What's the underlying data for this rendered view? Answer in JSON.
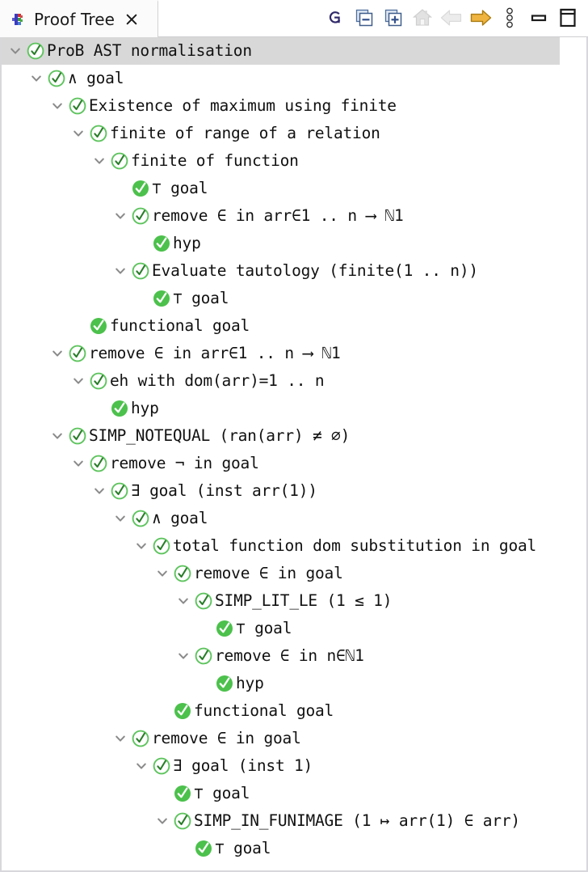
{
  "window": {
    "title": "Proof Tree"
  },
  "tab": {
    "label": "Proof Tree",
    "icon": "proof-tree-icon",
    "close_icon": "close-icon"
  },
  "toolbar": {
    "buttons": [
      {
        "name": "goto-icon",
        "label": "G",
        "tooltip": "Goto"
      },
      {
        "name": "collapse-all-icon",
        "label": "−",
        "tooltip": "Collapse All"
      },
      {
        "name": "expand-all-icon",
        "label": "+",
        "tooltip": "Expand All"
      },
      {
        "name": "home-icon",
        "label": "⌂",
        "tooltip": "Home"
      },
      {
        "name": "back-arrow-icon",
        "label": "⇦",
        "tooltip": "Previous"
      },
      {
        "name": "forward-arrow-icon",
        "label": "⇨",
        "tooltip": "Next"
      },
      {
        "name": "view-menu-icon",
        "label": "⋮",
        "tooltip": "View Menu"
      },
      {
        "name": "minimize-icon",
        "label": "–",
        "tooltip": "Minimize"
      },
      {
        "name": "maximize-icon",
        "label": "□",
        "tooltip": "Maximize"
      }
    ]
  },
  "colors": {
    "check_ring": "#5ec45e",
    "check_fill": "#4cc14c",
    "check_dark": "#2a7d2a",
    "selected_row": "#d8d8d8",
    "tab_bar": "#f3f3f4",
    "text": "#111111",
    "twisty": "#8a8a8a",
    "forward_arrow": "#d9a327",
    "back_arrow": "#d9d9d9",
    "home_icon": "#d9d9d9",
    "page_icon": "#3a5a8c",
    "goto_icon": "#312a6b"
  },
  "tree": {
    "rows": [
      {
        "depth": 0,
        "state": "expanded",
        "icon": "check-circle-open-icon",
        "label": "ProB AST normalisation",
        "selected": true
      },
      {
        "depth": 1,
        "state": "expanded",
        "icon": "check-circle-open-icon",
        "label": "∧ goal",
        "selected": false
      },
      {
        "depth": 2,
        "state": "expanded",
        "icon": "check-circle-open-icon",
        "label": "Existence of maximum using finite",
        "selected": false
      },
      {
        "depth": 3,
        "state": "expanded",
        "icon": "check-circle-open-icon",
        "label": "finite of range of a relation",
        "selected": false
      },
      {
        "depth": 4,
        "state": "expanded",
        "icon": "check-circle-open-icon",
        "label": "finite of function",
        "selected": false
      },
      {
        "depth": 5,
        "state": "leaf",
        "icon": "check-circle-filled-icon",
        "label": "⊤ goal",
        "selected": false
      },
      {
        "depth": 5,
        "state": "expanded",
        "icon": "check-circle-open-icon",
        "label": "remove ∈ in arr∈1 .. n ⟶ ℕ1",
        "selected": false
      },
      {
        "depth": 6,
        "state": "leaf",
        "icon": "check-circle-filled-icon",
        "label": "hyp",
        "selected": false
      },
      {
        "depth": 5,
        "state": "expanded",
        "icon": "check-circle-open-icon",
        "label": "Evaluate tautology (finite(1 .. n))",
        "selected": false
      },
      {
        "depth": 6,
        "state": "leaf",
        "icon": "check-circle-filled-icon",
        "label": "⊤ goal",
        "selected": false
      },
      {
        "depth": 3,
        "state": "leaf",
        "icon": "check-circle-filled-icon",
        "label": "functional goal",
        "selected": false
      },
      {
        "depth": 2,
        "state": "expanded",
        "icon": "check-circle-open-icon",
        "label": "remove ∈ in arr∈1 .. n ⟶ ℕ1",
        "selected": false
      },
      {
        "depth": 3,
        "state": "expanded",
        "icon": "check-circle-open-icon",
        "label": "eh with dom(arr)=1 .. n",
        "selected": false
      },
      {
        "depth": 4,
        "state": "leaf",
        "icon": "check-circle-filled-icon",
        "label": "hyp",
        "selected": false
      },
      {
        "depth": 2,
        "state": "expanded",
        "icon": "check-circle-open-icon",
        "label": "SIMP_NOTEQUAL (ran(arr) ≠ ∅)",
        "selected": false
      },
      {
        "depth": 3,
        "state": "expanded",
        "icon": "check-circle-open-icon",
        "label": "remove ¬ in goal",
        "selected": false
      },
      {
        "depth": 4,
        "state": "expanded",
        "icon": "check-circle-open-icon",
        "label": "∃ goal (inst arr(1))",
        "selected": false
      },
      {
        "depth": 5,
        "state": "expanded",
        "icon": "check-circle-open-icon",
        "label": "∧ goal",
        "selected": false
      },
      {
        "depth": 6,
        "state": "expanded",
        "icon": "check-circle-open-icon",
        "label": "total function dom substitution in goal",
        "selected": false
      },
      {
        "depth": 7,
        "state": "expanded",
        "icon": "check-circle-open-icon",
        "label": "remove ∈ in goal",
        "selected": false
      },
      {
        "depth": 8,
        "state": "expanded",
        "icon": "check-circle-open-icon",
        "label": "SIMP_LIT_LE (1 ≤ 1)",
        "selected": false
      },
      {
        "depth": 9,
        "state": "leaf",
        "icon": "check-circle-filled-icon",
        "label": "⊤ goal",
        "selected": false
      },
      {
        "depth": 8,
        "state": "expanded",
        "icon": "check-circle-open-icon",
        "label": "remove ∈ in n∈ℕ1",
        "selected": false
      },
      {
        "depth": 9,
        "state": "leaf",
        "icon": "check-circle-filled-icon",
        "label": "hyp",
        "selected": false
      },
      {
        "depth": 7,
        "state": "leaf",
        "icon": "check-circle-filled-icon",
        "label": "functional goal",
        "selected": false
      },
      {
        "depth": 5,
        "state": "expanded",
        "icon": "check-circle-open-icon",
        "label": "remove ∈ in goal",
        "selected": false
      },
      {
        "depth": 6,
        "state": "expanded",
        "icon": "check-circle-open-icon",
        "label": "∃ goal (inst 1)",
        "selected": false
      },
      {
        "depth": 7,
        "state": "leaf",
        "icon": "check-circle-filled-icon",
        "label": "⊤ goal",
        "selected": false
      },
      {
        "depth": 7,
        "state": "expanded",
        "icon": "check-circle-open-icon",
        "label": "SIMP_IN_FUNIMAGE (1 ↦ arr(1) ∈ arr)",
        "selected": false
      },
      {
        "depth": 8,
        "state": "leaf",
        "icon": "check-circle-filled-icon",
        "label": "⊤ goal",
        "selected": false
      }
    ]
  }
}
